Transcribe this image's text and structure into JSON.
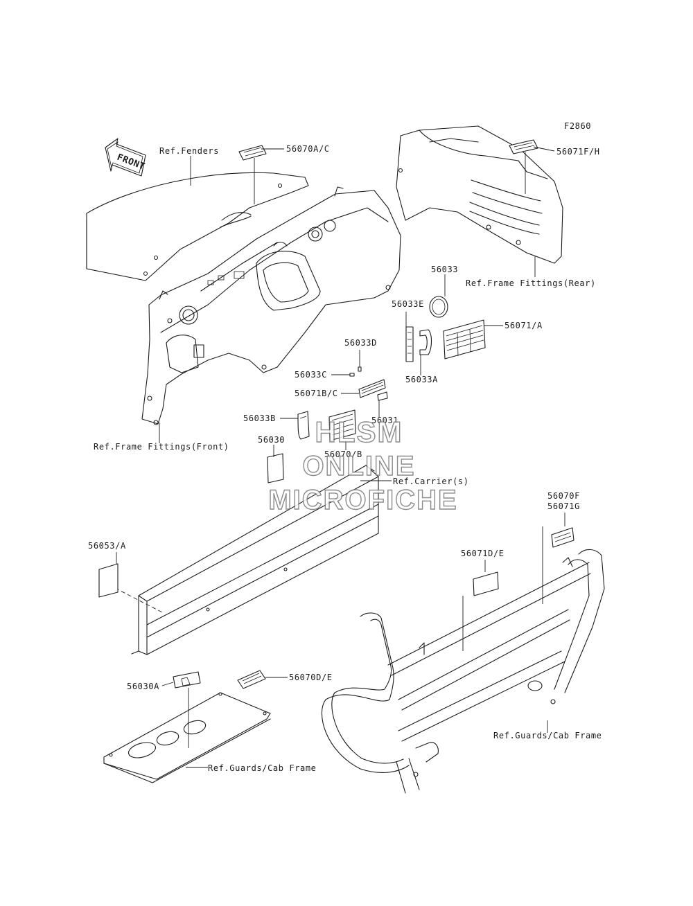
{
  "figure_code": "F2860",
  "front_arrow": "FRONT",
  "refs": {
    "fenders": "Ref.Fenders",
    "frame_front": "Ref.Frame Fittings(Front)",
    "frame_rear": "Ref.Frame Fittings(Rear)",
    "carriers": "Ref.Carrier(s)",
    "guards_bottom": "Ref.Guards/Cab Frame",
    "guards_right": "Ref.Guards/Cab Frame"
  },
  "parts": {
    "p56070AC": "56070A/C",
    "p56071FH": "56071F/H",
    "p56033": "56033",
    "p56033E": "56033E",
    "p56071A": "56071/A",
    "p56033D": "56033D",
    "p56033C": "56033C",
    "p56033A": "56033A",
    "p56071BC": "56071B/C",
    "p56031": "56031",
    "p56033B": "56033B",
    "p56030": "56030",
    "p56070B": "56070/B",
    "p56053A": "56053/A",
    "p56070F": "56070F",
    "p56071G": "56071G",
    "p56071DE": "56071D/E",
    "p56030A": "56030A",
    "p56070DE": "56070D/E"
  },
  "watermark": {
    "line1": "HLSM",
    "line2": "ONLINE",
    "line3": "MICROFICHE"
  }
}
